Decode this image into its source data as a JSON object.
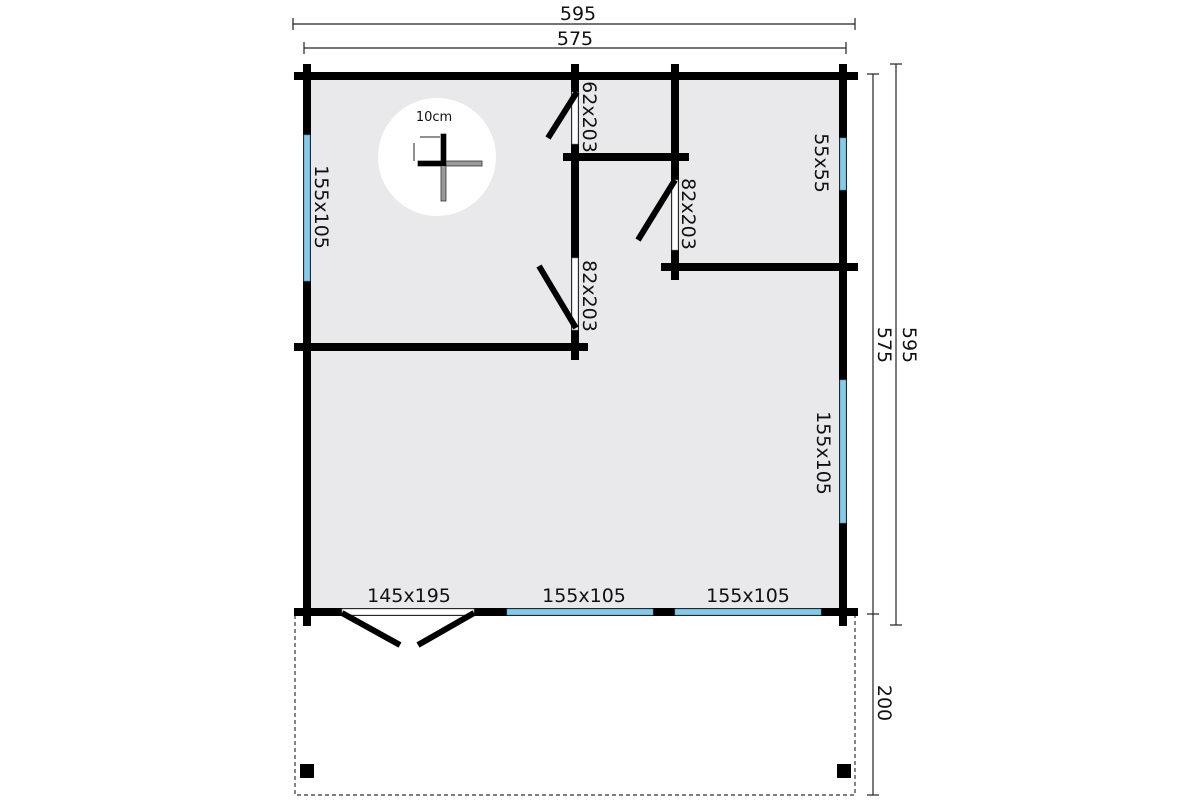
{
  "colors": {
    "background": "#ffffff",
    "floor": "#e9e9ec",
    "wall": "#000000",
    "window_glass": "#87c9e6",
    "door_frame": "#ffffff",
    "dimension_line": "#222222",
    "terrace_outline": "#333333"
  },
  "dimensions": {
    "outer_width": "595",
    "inner_width": "575",
    "outer_depth": "595",
    "inner_depth": "575",
    "terrace_depth": "200"
  },
  "wall_detail": {
    "thickness_label": "10cm"
  },
  "openings": {
    "door_front": "145x195",
    "window_front_center": "155x105",
    "window_front_right": "155x105",
    "window_left": "155x105",
    "window_right": "155x105",
    "window_small": "55x55",
    "door_top": "62x203",
    "door_mid_right": "82x203",
    "door_mid_left": "82x203"
  }
}
